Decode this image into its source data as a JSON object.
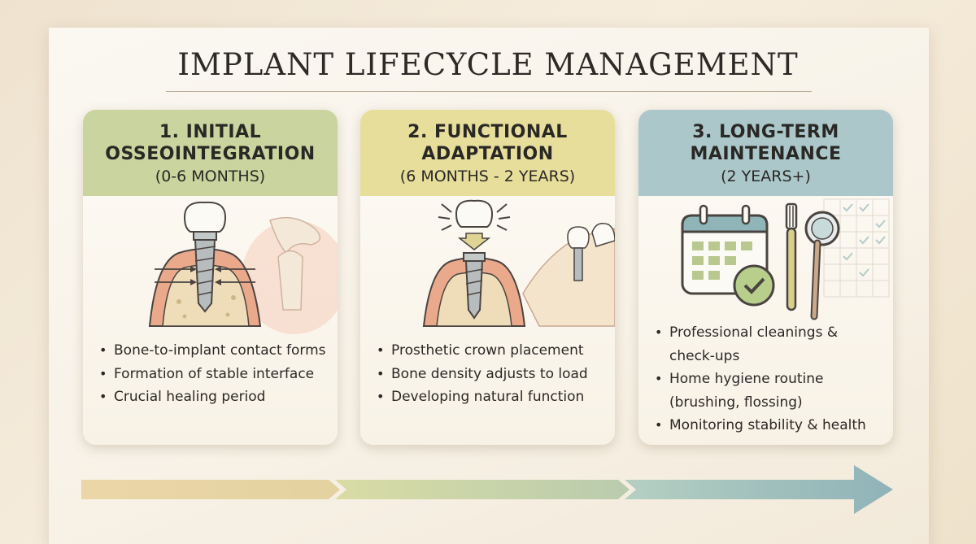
{
  "title": "IMPLANT LIFECYCLE MANAGEMENT",
  "stages": [
    {
      "title_line1": "1. INITIAL",
      "title_line2": "OSSEOINTEGRATION",
      "subtitle": "(0-6 MONTHS)",
      "color": "#c7d29c",
      "bullets": [
        "Bone-to-implant contact forms",
        "Formation of stable interface",
        "Crucial healing period"
      ]
    },
    {
      "title_line1": "2. FUNCTIONAL",
      "title_line2": "ADAPTATION",
      "subtitle": "(6 MONTHS - 2 YEARS)",
      "color": "#e6dc98",
      "bullets": [
        "Prosthetic crown placement",
        "Bone density adjusts to load",
        "Developing natural function"
      ]
    },
    {
      "title_line1": "3. LONG-TERM",
      "title_line2": "MAINTENANCE",
      "subtitle": "(2 YEARS+)",
      "color": "#a9c6c9",
      "bullets": [
        "Professional cleanings &",
        "check-ups",
        "Home hygiene routine",
        "(brushing, flossing)",
        "Monitoring stability & health"
      ]
    }
  ],
  "icons": [
    "dental-implant-icon",
    "shoulder-joint-icon",
    "crown-placement-icon",
    "jaw-implant-icon",
    "calendar-check-icon",
    "toothbrush-icon",
    "dental-mirror-icon",
    "checklist-grid-icon"
  ],
  "colors": {
    "bone": "#f0c6a8",
    "gum": "#e9a88c",
    "metal": "#9aa3a6",
    "outline": "#4a4440"
  }
}
